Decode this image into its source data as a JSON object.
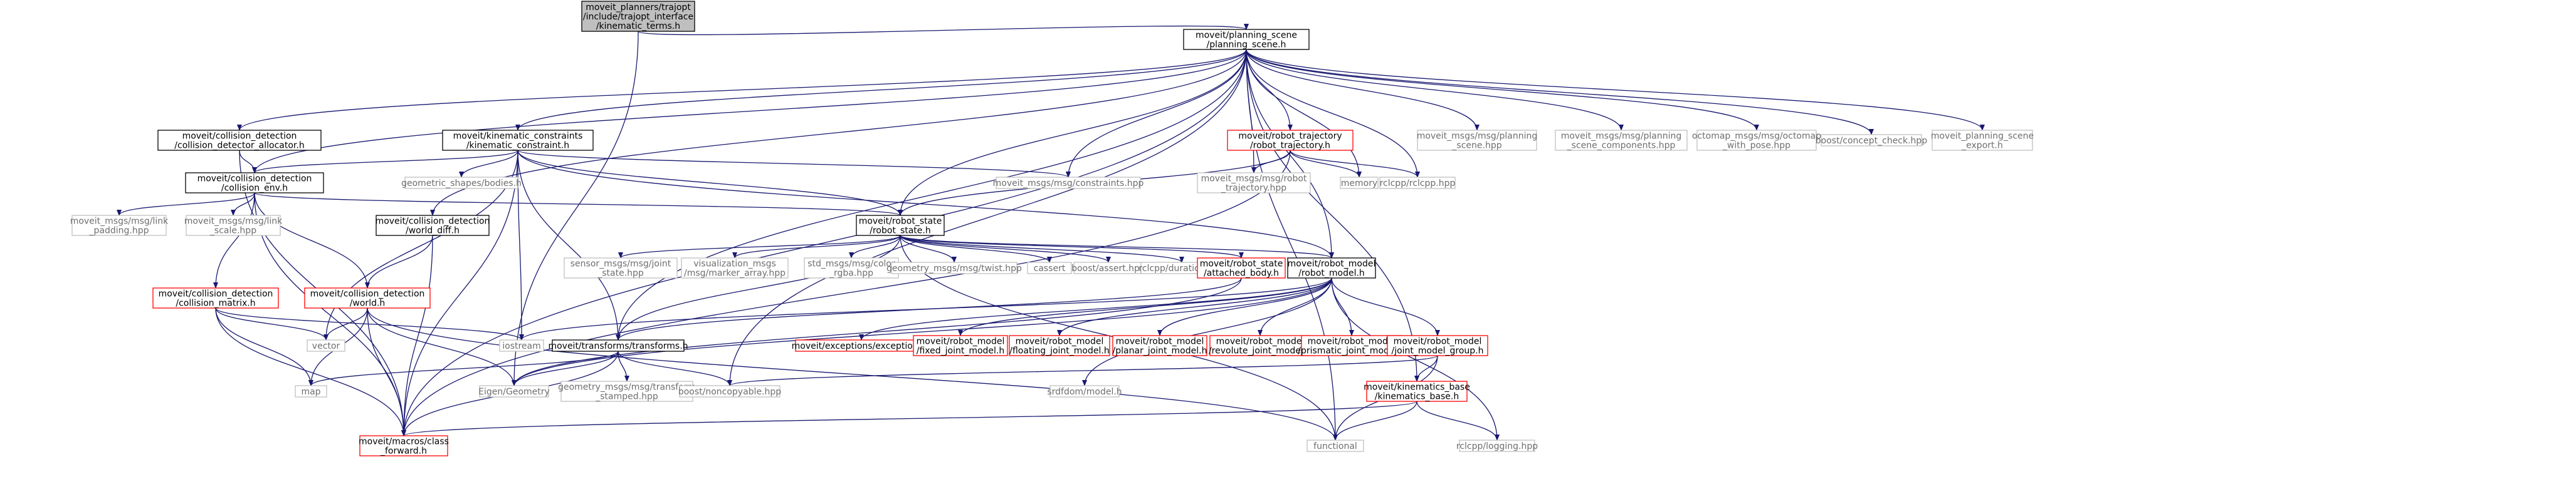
{
  "colors": {
    "root_fill": "#bfbfbf",
    "root_border": "#000000",
    "documented_border": "#000000",
    "has_children_border": "#ff0000",
    "external_border": "#bfbfbf",
    "external_text": "#6e6e6e",
    "text": "#000000",
    "edge": "#191970",
    "background": "#ffffff"
  },
  "nodes": [
    {
      "id": "root",
      "kind": "root",
      "lines": [
        "moveit_planners/trajopt",
        "/include/trajopt_interface",
        "/kinematic_terms.h"
      ]
    },
    {
      "id": "planning_scene",
      "kind": "doc",
      "lines": [
        "moveit/planning_scene",
        "/planning_scene.h"
      ]
    },
    {
      "id": "cd_alloc",
      "kind": "doc",
      "lines": [
        "moveit/collision_detection",
        "/collision_detector_allocator.h"
      ]
    },
    {
      "id": "kin_con",
      "kind": "doc",
      "lines": [
        "moveit/kinematic_constraints",
        "/kinematic_constraint.h"
      ]
    },
    {
      "id": "robot_traj",
      "kind": "red",
      "lines": [
        "moveit/robot_trajectory",
        "/robot_trajectory.h"
      ]
    },
    {
      "id": "msg_planning_scene",
      "kind": "ext",
      "lines": [
        "moveit_msgs/msg/planning",
        "_scene.hpp"
      ]
    },
    {
      "id": "msg_ps_components",
      "kind": "ext",
      "lines": [
        "moveit_msgs/msg/planning",
        "_scene_components.hpp"
      ]
    },
    {
      "id": "octomap",
      "kind": "ext",
      "lines": [
        "octomap_msgs/msg/octomap",
        "_with_pose.hpp"
      ]
    },
    {
      "id": "concept_check",
      "kind": "ext",
      "lines": [
        "boost/concept_check.hpp"
      ]
    },
    {
      "id": "ps_export",
      "kind": "ext",
      "lines": [
        "moveit_planning_scene",
        "_export.h"
      ]
    },
    {
      "id": "cd_env",
      "kind": "doc",
      "lines": [
        "moveit/collision_detection",
        "/collision_env.h"
      ]
    },
    {
      "id": "shapes_bodies",
      "kind": "ext",
      "lines": [
        "geometric_shapes/bodies.h"
      ]
    },
    {
      "id": "constraints_hpp",
      "kind": "ext",
      "lines": [
        "moveit_msgs/msg/constraints.hpp"
      ]
    },
    {
      "id": "msg_robot_traj",
      "kind": "ext",
      "lines": [
        "moveit_msgs/msg/robot",
        "_trajectory.hpp"
      ]
    },
    {
      "id": "memory",
      "kind": "ext",
      "lines": [
        "memory"
      ]
    },
    {
      "id": "rclcpp",
      "kind": "ext",
      "lines": [
        "rclcpp/rclcpp.hpp"
      ]
    },
    {
      "id": "link_padding",
      "kind": "ext",
      "lines": [
        "moveit_msgs/msg/link",
        "_padding.hpp"
      ]
    },
    {
      "id": "link_scale",
      "kind": "ext",
      "lines": [
        "moveit_msgs/msg/link",
        "_scale.hpp"
      ]
    },
    {
      "id": "world_diff",
      "kind": "doc",
      "lines": [
        "moveit/collision_detection",
        "/world_diff.h"
      ]
    },
    {
      "id": "robot_state",
      "kind": "doc",
      "lines": [
        "moveit/robot_state",
        "/robot_state.h"
      ]
    },
    {
      "id": "coll_matrix",
      "kind": "red",
      "lines": [
        "moveit/collision_detection",
        "/collision_matrix.h"
      ]
    },
    {
      "id": "world",
      "kind": "red",
      "lines": [
        "moveit/collision_detection",
        "/world.h"
      ]
    },
    {
      "id": "joint_state",
      "kind": "ext",
      "lines": [
        "sensor_msgs/msg/joint",
        "_state.hpp"
      ]
    },
    {
      "id": "marker_array",
      "kind": "ext",
      "lines": [
        "visualization_msgs",
        "/msg/marker_array.hpp"
      ]
    },
    {
      "id": "color_rgba",
      "kind": "ext",
      "lines": [
        "std_msgs/msg/color",
        "_rgba.hpp"
      ]
    },
    {
      "id": "twist",
      "kind": "ext",
      "lines": [
        "geometry_msgs/msg/twist.hpp"
      ]
    },
    {
      "id": "cassert",
      "kind": "ext",
      "lines": [
        "cassert"
      ]
    },
    {
      "id": "boost_assert",
      "kind": "ext",
      "lines": [
        "boost/assert.hpp"
      ]
    },
    {
      "id": "duration",
      "kind": "ext",
      "lines": [
        "rclcpp/duration.hpp"
      ]
    },
    {
      "id": "attached_body",
      "kind": "red",
      "lines": [
        "moveit/robot_state",
        "/attached_body.h"
      ]
    },
    {
      "id": "robot_model",
      "kind": "doc",
      "lines": [
        "moveit/robot_model",
        "/robot_model.h"
      ]
    },
    {
      "id": "vector",
      "kind": "ext",
      "lines": [
        "vector"
      ]
    },
    {
      "id": "iostream",
      "kind": "ext",
      "lines": [
        "iostream"
      ]
    },
    {
      "id": "transforms",
      "kind": "doc",
      "lines": [
        "moveit/transforms/transforms.h"
      ]
    },
    {
      "id": "exceptions",
      "kind": "red",
      "lines": [
        "moveit/exceptions/exceptions.h"
      ]
    },
    {
      "id": "fixed_joint",
      "kind": "red",
      "lines": [
        "moveit/robot_model",
        "/fixed_joint_model.h"
      ]
    },
    {
      "id": "floating_joint",
      "kind": "red",
      "lines": [
        "moveit/robot_model",
        "/floating_joint_model.h"
      ]
    },
    {
      "id": "planar_joint",
      "kind": "red",
      "lines": [
        "moveit/robot_model",
        "/planar_joint_model.h"
      ]
    },
    {
      "id": "revolute_joint",
      "kind": "red",
      "lines": [
        "moveit/robot_model",
        "/revolute_joint_model.h"
      ]
    },
    {
      "id": "prismatic_joint",
      "kind": "red",
      "lines": [
        "moveit/robot_model",
        "/prismatic_joint_model.h"
      ]
    },
    {
      "id": "joint_model_group",
      "kind": "red",
      "lines": [
        "moveit/robot_model",
        "/joint_model_group.h"
      ]
    },
    {
      "id": "map",
      "kind": "ext",
      "lines": [
        "map"
      ]
    },
    {
      "id": "eigen_geometry",
      "kind": "ext",
      "lines": [
        "Eigen/Geometry"
      ]
    },
    {
      "id": "transform_stamped",
      "kind": "ext",
      "lines": [
        "geometry_msgs/msg/transform",
        "_stamped.hpp"
      ]
    },
    {
      "id": "noncopyable",
      "kind": "ext",
      "lines": [
        "boost/noncopyable.hpp"
      ]
    },
    {
      "id": "srdfdom",
      "kind": "ext",
      "lines": [
        "srdfdom/model.h"
      ]
    },
    {
      "id": "kin_base",
      "kind": "red",
      "lines": [
        "moveit/kinematics_base",
        "/kinematics_base.h"
      ]
    },
    {
      "id": "class_forward",
      "kind": "red",
      "lines": [
        "moveit/macros/class",
        "_forward.h"
      ]
    },
    {
      "id": "functional",
      "kind": "ext",
      "lines": [
        "functional"
      ]
    },
    {
      "id": "logging",
      "kind": "ext",
      "lines": [
        "rclcpp/logging.hpp"
      ]
    }
  ],
  "edges": [
    [
      "root",
      "planning_scene"
    ],
    [
      "root",
      "eigen_geometry"
    ],
    [
      "planning_scene",
      "cd_alloc"
    ],
    [
      "planning_scene",
      "kin_con"
    ],
    [
      "planning_scene",
      "robot_traj"
    ],
    [
      "planning_scene",
      "msg_planning_scene"
    ],
    [
      "planning_scene",
      "msg_ps_components"
    ],
    [
      "planning_scene",
      "octomap"
    ],
    [
      "planning_scene",
      "concept_check"
    ],
    [
      "planning_scene",
      "ps_export"
    ],
    [
      "planning_scene",
      "cd_env"
    ],
    [
      "planning_scene",
      "constraints_hpp"
    ],
    [
      "planning_scene",
      "msg_robot_traj"
    ],
    [
      "planning_scene",
      "memory"
    ],
    [
      "planning_scene",
      "rclcpp"
    ],
    [
      "planning_scene",
      "world_diff"
    ],
    [
      "planning_scene",
      "robot_state"
    ],
    [
      "planning_scene",
      "robot_model"
    ],
    [
      "planning_scene",
      "transforms"
    ],
    [
      "planning_scene",
      "noncopyable"
    ],
    [
      "planning_scene",
      "kin_base"
    ],
    [
      "planning_scene",
      "class_forward"
    ],
    [
      "planning_scene",
      "functional"
    ],
    [
      "cd_alloc",
      "cd_env"
    ],
    [
      "cd_alloc",
      "class_forward"
    ],
    [
      "kin_con",
      "cd_env"
    ],
    [
      "kin_con",
      "shapes_bodies"
    ],
    [
      "kin_con",
      "constraints_hpp"
    ],
    [
      "kin_con",
      "robot_state"
    ],
    [
      "kin_con",
      "robot_model"
    ],
    [
      "kin_con",
      "vector"
    ],
    [
      "kin_con",
      "iostream"
    ],
    [
      "kin_con",
      "transforms"
    ],
    [
      "kin_con",
      "class_forward"
    ],
    [
      "robot_traj",
      "msg_robot_traj"
    ],
    [
      "robot_traj",
      "memory"
    ],
    [
      "robot_traj",
      "rclcpp"
    ],
    [
      "robot_traj",
      "robot_state"
    ],
    [
      "robot_traj",
      "class_forward"
    ],
    [
      "cd_env",
      "link_padding"
    ],
    [
      "cd_env",
      "link_scale"
    ],
    [
      "cd_env",
      "coll_matrix"
    ],
    [
      "cd_env",
      "world"
    ],
    [
      "cd_env",
      "robot_state"
    ],
    [
      "cd_env",
      "class_forward"
    ],
    [
      "world_diff",
      "world"
    ],
    [
      "world_diff",
      "class_forward"
    ],
    [
      "robot_state",
      "joint_state"
    ],
    [
      "robot_state",
      "marker_array"
    ],
    [
      "robot_state",
      "color_rgba"
    ],
    [
      "robot_state",
      "twist"
    ],
    [
      "robot_state",
      "cassert"
    ],
    [
      "robot_state",
      "boost_assert"
    ],
    [
      "robot_state",
      "duration"
    ],
    [
      "robot_state",
      "attached_body"
    ],
    [
      "robot_state",
      "robot_model"
    ],
    [
      "robot_state",
      "transforms"
    ],
    [
      "robot_state",
      "functional"
    ],
    [
      "coll_matrix",
      "vector"
    ],
    [
      "coll_matrix",
      "map"
    ],
    [
      "coll_matrix",
      "iostream"
    ],
    [
      "coll_matrix",
      "class_forward"
    ],
    [
      "world",
      "vector"
    ],
    [
      "world",
      "map"
    ],
    [
      "world",
      "eigen_geometry"
    ],
    [
      "world",
      "class_forward"
    ],
    [
      "world",
      "functional"
    ],
    [
      "attached_body",
      "transforms"
    ],
    [
      "attached_body",
      "eigen_geometry"
    ],
    [
      "robot_model",
      "iostream"
    ],
    [
      "robot_model",
      "exceptions"
    ],
    [
      "robot_model",
      "fixed_joint"
    ],
    [
      "robot_model",
      "floating_joint"
    ],
    [
      "robot_model",
      "planar_joint"
    ],
    [
      "robot_model",
      "revolute_joint"
    ],
    [
      "robot_model",
      "prismatic_joint"
    ],
    [
      "robot_model",
      "joint_model_group"
    ],
    [
      "robot_model",
      "eigen_geometry"
    ],
    [
      "robot_model",
      "srdfdom"
    ],
    [
      "robot_model",
      "logging"
    ],
    [
      "joint_model_group",
      "kin_base"
    ],
    [
      "joint_model_group",
      "noncopyable"
    ],
    [
      "joint_model_group",
      "functional"
    ],
    [
      "kin_base",
      "class_forward"
    ],
    [
      "kin_base",
      "functional"
    ],
    [
      "kin_base",
      "logging"
    ],
    [
      "transforms",
      "map"
    ],
    [
      "transforms",
      "eigen_geometry"
    ],
    [
      "transforms",
      "transform_stamped"
    ],
    [
      "transforms",
      "noncopyable"
    ],
    [
      "transforms",
      "class_forward"
    ]
  ]
}
